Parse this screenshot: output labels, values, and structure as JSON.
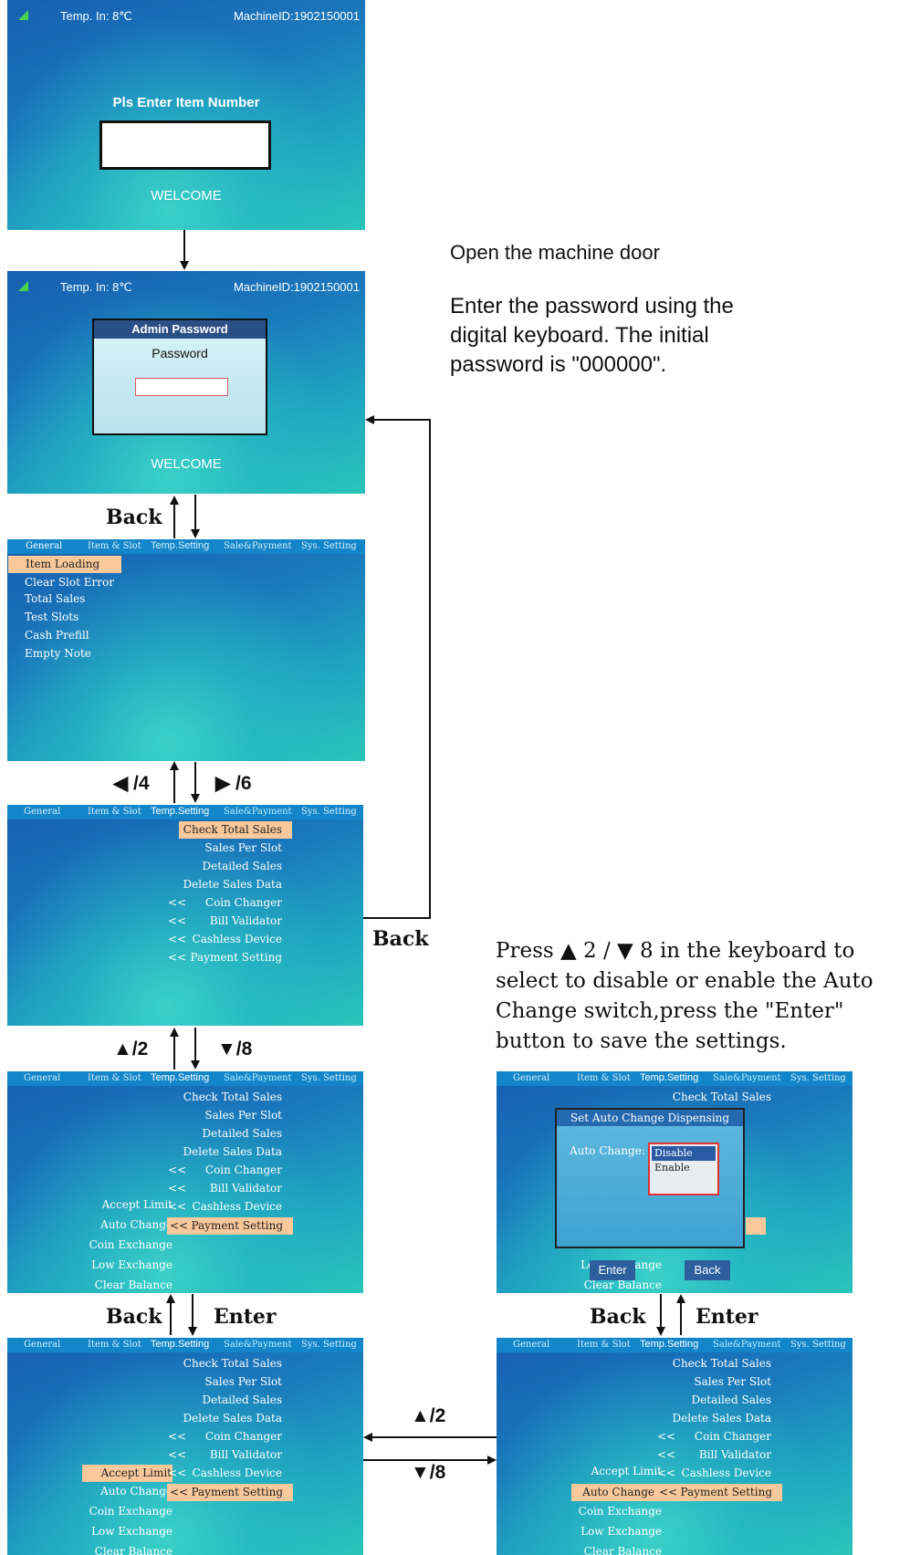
{
  "status": {
    "temp": "Temp.  In:  8℃",
    "machine_id": "MachineID:1902150001"
  },
  "screen1": {
    "prompt": "Pls Enter Item Number",
    "welcome": "WELCOME"
  },
  "screen2": {
    "dialog_title": "Admin Password",
    "field_label": "Password",
    "welcome": "WELCOME"
  },
  "tabs": {
    "general": "General",
    "item_slot": "Item & Slot",
    "temp": "Temp.Setting",
    "sale": "Sale&Payment",
    "sys": "Sys. Setting"
  },
  "item_menu": [
    "Item Loading",
    "Clear Slot Error",
    "Total Sales",
    "Test Slots",
    "Cash Prefill",
    "Empty Note"
  ],
  "sale_menu": [
    "Check Total Sales",
    "Sales Per Slot",
    "Detailed Sales",
    "Delete Sales Data",
    "Coin Changer",
    "Bill Validator",
    "Cashless Device",
    "Payment Setting"
  ],
  "chevron": "<<",
  "payment_submenu": [
    "Accept Limit",
    "Auto Change",
    "Coin Exchange",
    "Low Exchange",
    "Clear Balance"
  ],
  "popup": {
    "title": "Set Auto Change Dispensing",
    "label": "Auto Change:",
    "options": [
      "Disable",
      "Enable"
    ],
    "enter": "Enter",
    "back": "Back"
  },
  "labels": {
    "back": "Back",
    "enter": "Enter",
    "left_4": "◀ /4",
    "right_6": "▶ /6",
    "up_2": "▲/2",
    "down_8": "▼/8"
  },
  "notes": {
    "open_door": "Open the machine door",
    "password": "Enter the password using the digital keyboard. The initial password is \"000000\".",
    "press": "Press ▲ 2 / ▼ 8 in the keyboard to select to disable or enable the Auto Change switch,press the \"Enter\" button to save the settings."
  }
}
